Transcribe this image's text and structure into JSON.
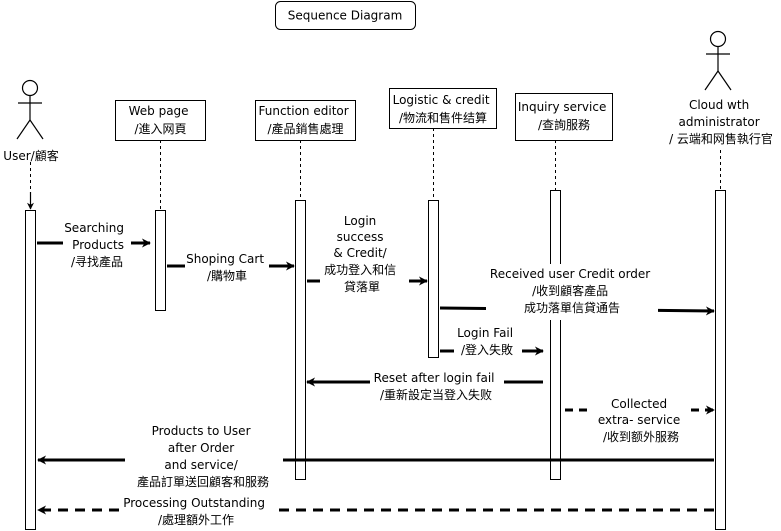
{
  "title": "Sequence Diagram",
  "participants": {
    "user": [
      "User/顧客"
    ],
    "webpage": [
      "Web page",
      "/進入网頁"
    ],
    "function_editor": [
      "Function editor",
      "/產品銷售處理"
    ],
    "logistic": [
      "Logistic & credit",
      "/物流和售件结算"
    ],
    "inquiry": [
      "Inquiry service",
      "/查詢服務"
    ],
    "cloud": [
      "Cloud wth",
      "administrator",
      "/ 云端和网售執行官"
    ]
  },
  "messages": {
    "searching": [
      "Searching",
      "Products",
      "/寻找產品"
    ],
    "shopping_cart": [
      "Shoping Cart",
      "/購物車"
    ],
    "login_success": [
      "Login",
      "success",
      "& Credit/",
      "成功登入和信",
      "貸落單"
    ],
    "received_order": [
      "Received user Credit order",
      "/收到顧客產品",
      "成功落單信貸通告"
    ],
    "login_fail": [
      "Login Fail",
      "/登入失敗"
    ],
    "reset": [
      "Reset after login fail",
      "/重新設定当登入失败"
    ],
    "collected": [
      "Collected",
      "extra- service",
      "/收到额外服務"
    ],
    "products_to_user": [
      "Products to User",
      "after Order",
      "and service/",
      "產品訂單送回顧客和服務"
    ],
    "processing": [
      "Processing Outstanding",
      "/處理額外工作"
    ]
  }
}
